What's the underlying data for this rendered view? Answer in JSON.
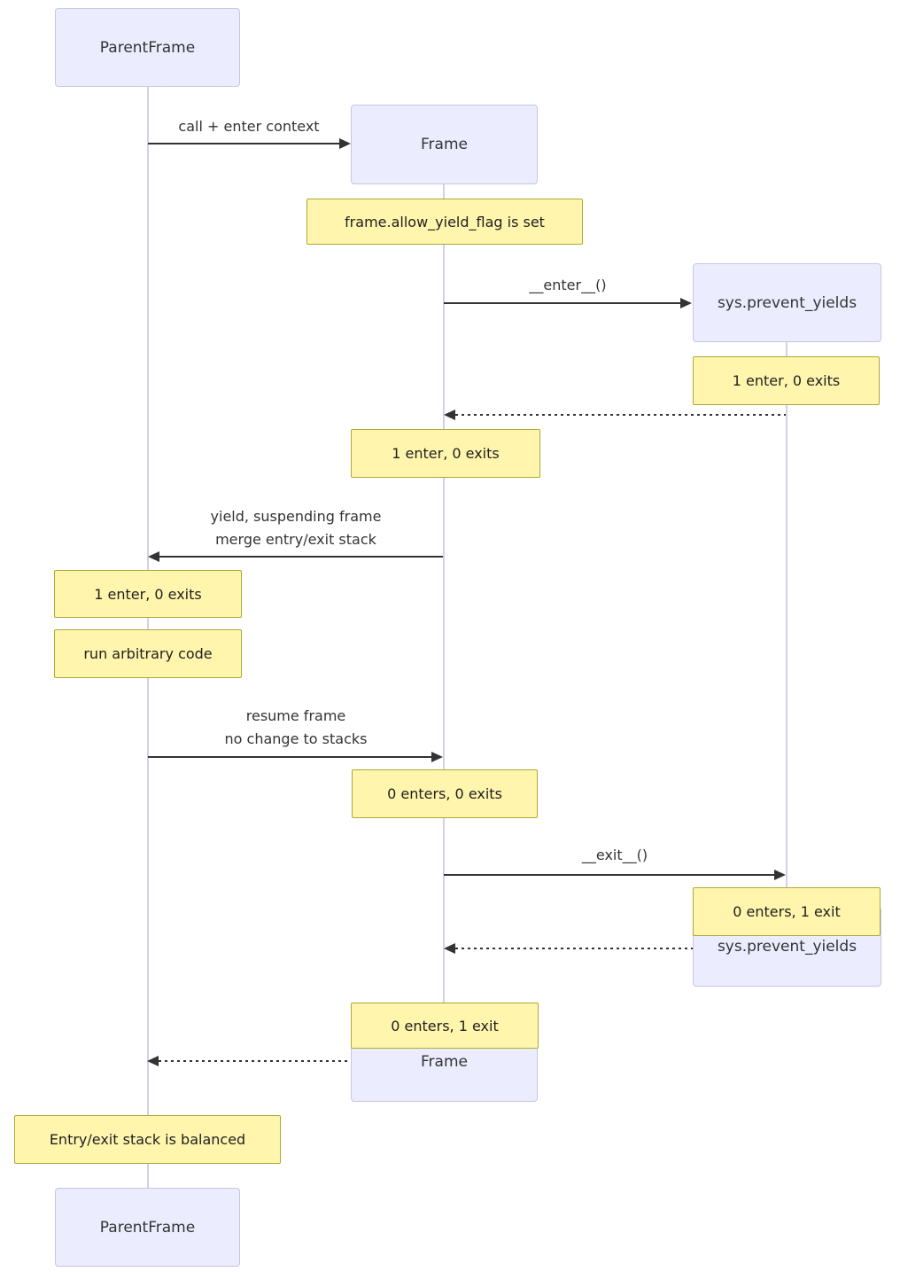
{
  "participants": {
    "parent_frame": {
      "label": "ParentFrame"
    },
    "frame": {
      "label": "Frame"
    },
    "sys_prevent_yields": {
      "label": "sys.prevent_yields"
    }
  },
  "messages": [
    {
      "from": "ParentFrame",
      "to": "Frame",
      "type": "solid",
      "text": "call + enter context"
    },
    {
      "from": "Frame",
      "to": "sys.prevent_yields",
      "type": "solid",
      "text": "__enter__()"
    },
    {
      "from": "sys.prevent_yields",
      "to": "Frame",
      "type": "dashed",
      "text": ""
    },
    {
      "from": "Frame",
      "to": "ParentFrame",
      "type": "solid",
      "text_line1": "yield, suspending frame",
      "text_line2": "merge entry/exit stack"
    },
    {
      "from": "ParentFrame",
      "to": "Frame",
      "type": "solid",
      "text_line1": "resume frame",
      "text_line2": "no change to stacks"
    },
    {
      "from": "Frame",
      "to": "sys.prevent_yields",
      "type": "solid",
      "text": "__exit__()"
    },
    {
      "from": "sys.prevent_yields",
      "to": "Frame",
      "type": "dashed",
      "text": ""
    },
    {
      "from": "Frame",
      "to": "ParentFrame",
      "type": "dashed",
      "text": ""
    }
  ],
  "notes": [
    {
      "over": "Frame",
      "text": "frame.allow_yield_flag is set"
    },
    {
      "over": "sys.prevent_yields",
      "text": "1 enter, 0 exits"
    },
    {
      "over": "Frame",
      "text": "1 enter, 0 exits"
    },
    {
      "over": "ParentFrame",
      "text": "1 enter, 0 exits"
    },
    {
      "over": "ParentFrame",
      "text": "run arbitrary code"
    },
    {
      "over": "Frame",
      "text": "0 enters, 0 exits"
    },
    {
      "over": "sys.prevent_yields",
      "text": "0 enters, 1 exit"
    },
    {
      "over": "Frame",
      "text": "0 enters, 1 exit"
    },
    {
      "over": "ParentFrame",
      "text": "Entry/exit stack is balanced"
    }
  ],
  "colors": {
    "actor-fill": "#ececff",
    "actor-border": "#c9c4e3",
    "note-fill": "#fff5ad",
    "note-border": "#aaaa33",
    "lifeline": "#d5cfec",
    "message": "#333333",
    "text": "#333333"
  }
}
